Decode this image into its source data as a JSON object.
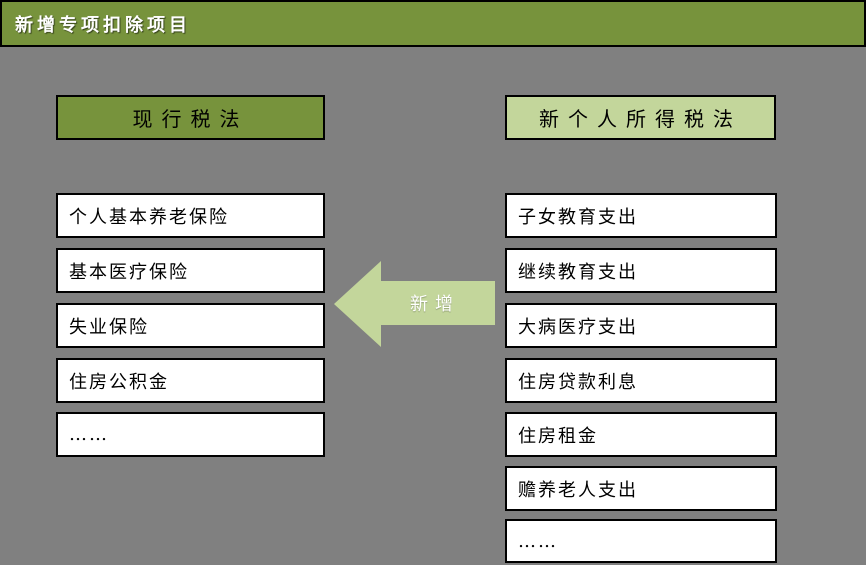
{
  "title_bar": {
    "title": "新增专项扣除项目"
  },
  "left_column": {
    "header": "现行税法",
    "items": [
      "个人基本养老保险",
      "基本医疗保险",
      "失业保险",
      "住房公积金",
      "……"
    ]
  },
  "right_column": {
    "header": "新个人所得税法",
    "items": [
      "子女教育支出",
      "继续教育支出",
      "大病医疗支出",
      "住房贷款利息",
      "住房租金",
      "赡养老人支出",
      "……"
    ]
  },
  "arrow": {
    "label": "新增"
  },
  "colors": {
    "background": "#808080",
    "olive_green": "#77933C",
    "light_green": "#C3D69B",
    "box_white": "#FFFFFF",
    "border_black": "#000000",
    "title_text": "#FFFFFF"
  }
}
